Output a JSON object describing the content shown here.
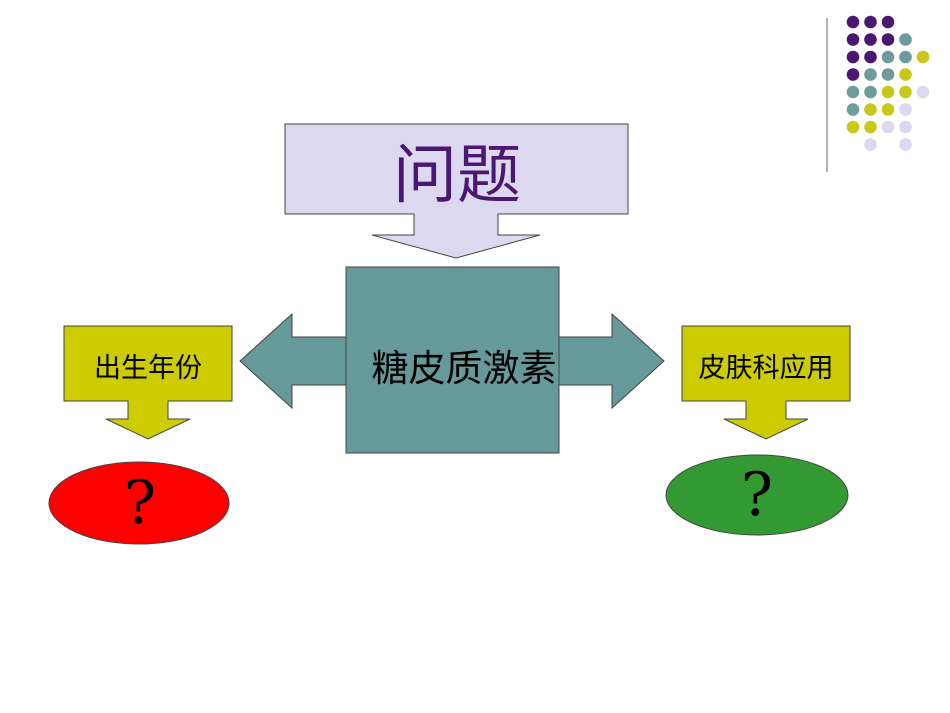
{
  "title": "问题",
  "center": "糖皮质激素",
  "left": {
    "label": "出生年份",
    "mark": "?"
  },
  "right": {
    "label": "皮肤科应用",
    "mark": "?"
  },
  "colors": {
    "title_box": "#dcd8ef",
    "title_text": "#4a1772",
    "center": "#669999",
    "side_box": "#cccc00",
    "left_oval": "#ff0000",
    "right_oval": "#339933",
    "dot_purple": "#4a1772",
    "dot_teal": "#6e9c9c",
    "dot_yellow": "#c8c818",
    "dot_lavender": "#dcd8ef"
  }
}
